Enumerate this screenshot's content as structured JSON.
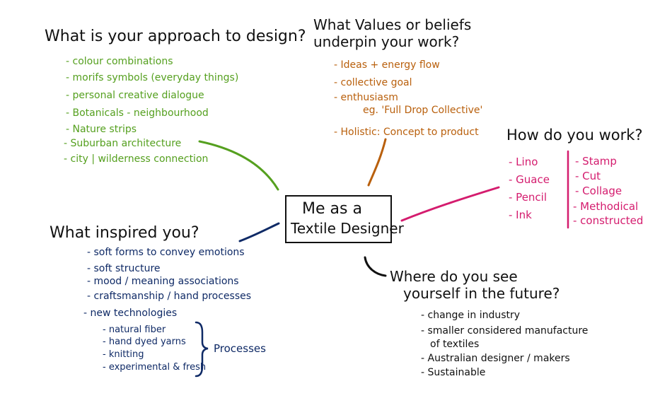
{
  "center": {
    "line1": "Me as a",
    "line2": "Textile Designer"
  },
  "colors": {
    "approach": "#55a01f",
    "values": "#b9600d",
    "work": "#d41c6e",
    "inspired": "#0f2a66",
    "future": "#111111",
    "center": "#111111"
  },
  "approach": {
    "heading": "What is your approach to design?",
    "items": [
      "- colour combinations",
      "- morifs symbols (everyday things)",
      "- personal creative dialogue",
      "- Botanicals - neighbourhood",
      "- Nature strips",
      "- Suburban architecture",
      "- city | wilderness connection"
    ]
  },
  "values": {
    "heading_line1": "What Values or beliefs",
    "heading_line2": "underpin your work?",
    "items": [
      "- Ideas + energy flow",
      "- collective goal",
      "- enthusiasm",
      "eg. 'Full Drop Collective'",
      "- Holistic: Concept to product"
    ]
  },
  "work": {
    "heading": "How do you work?",
    "left_items": [
      "- Lino",
      "- Guace",
      "- Pencil",
      "- Ink"
    ],
    "right_items": [
      "- Stamp",
      "- Cut",
      "- Collage",
      "- Methodical",
      "- constructed"
    ]
  },
  "inspired": {
    "heading": "What inspired you?",
    "items": [
      "- soft forms to convey emotions",
      "- soft structure",
      "- mood / meaning associations",
      "- craftsmanship / hand processes",
      "- new technologies"
    ],
    "subitems": [
      "- natural fiber",
      "- hand dyed yarns",
      "- knitting",
      "- experimental & fresh"
    ],
    "bracket_label": "Processes"
  },
  "future": {
    "heading_line1": "Where do you see",
    "heading_line2": "yourself in the future?",
    "items": [
      "- change in industry",
      "- smaller considered manufacture",
      "of textiles",
      "- Australian designer / makers",
      "- Sustainable"
    ]
  }
}
